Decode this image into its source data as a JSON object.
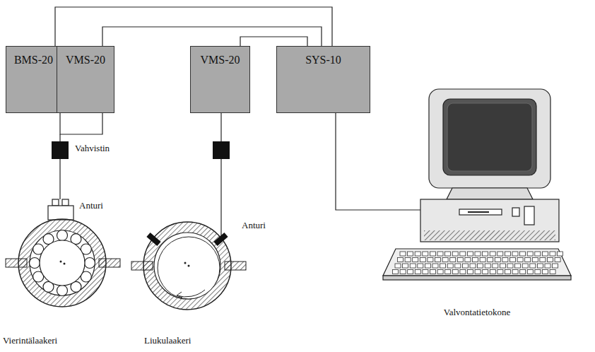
{
  "diagram": {
    "nodes": [
      {
        "text": [
          "BMS-20"
        ]
      },
      {
        "text": [
          "VMS-20"
        ]
      },
      {
        "text": [
          "VMS-20"
        ]
      },
      {
        "text": [
          "SYS-10"
        ]
      },
      {
        "text": [
          "Valvontatietokone"
        ]
      }
    ],
    "edges": [
      {
        "from": 0,
        "to": 3,
        "arrow": "none"
      },
      {
        "from": 1,
        "to": 3,
        "arrow": "none"
      },
      {
        "from": 2,
        "to": 3,
        "arrow": "none"
      },
      {
        "from": 3,
        "to": 4,
        "arrow": "none"
      }
    ],
    "labels": [
      "Vahvistin",
      "Anturi",
      "Anturi",
      "Vierintälaakeri",
      "Liukulaakeri"
    ]
  }
}
